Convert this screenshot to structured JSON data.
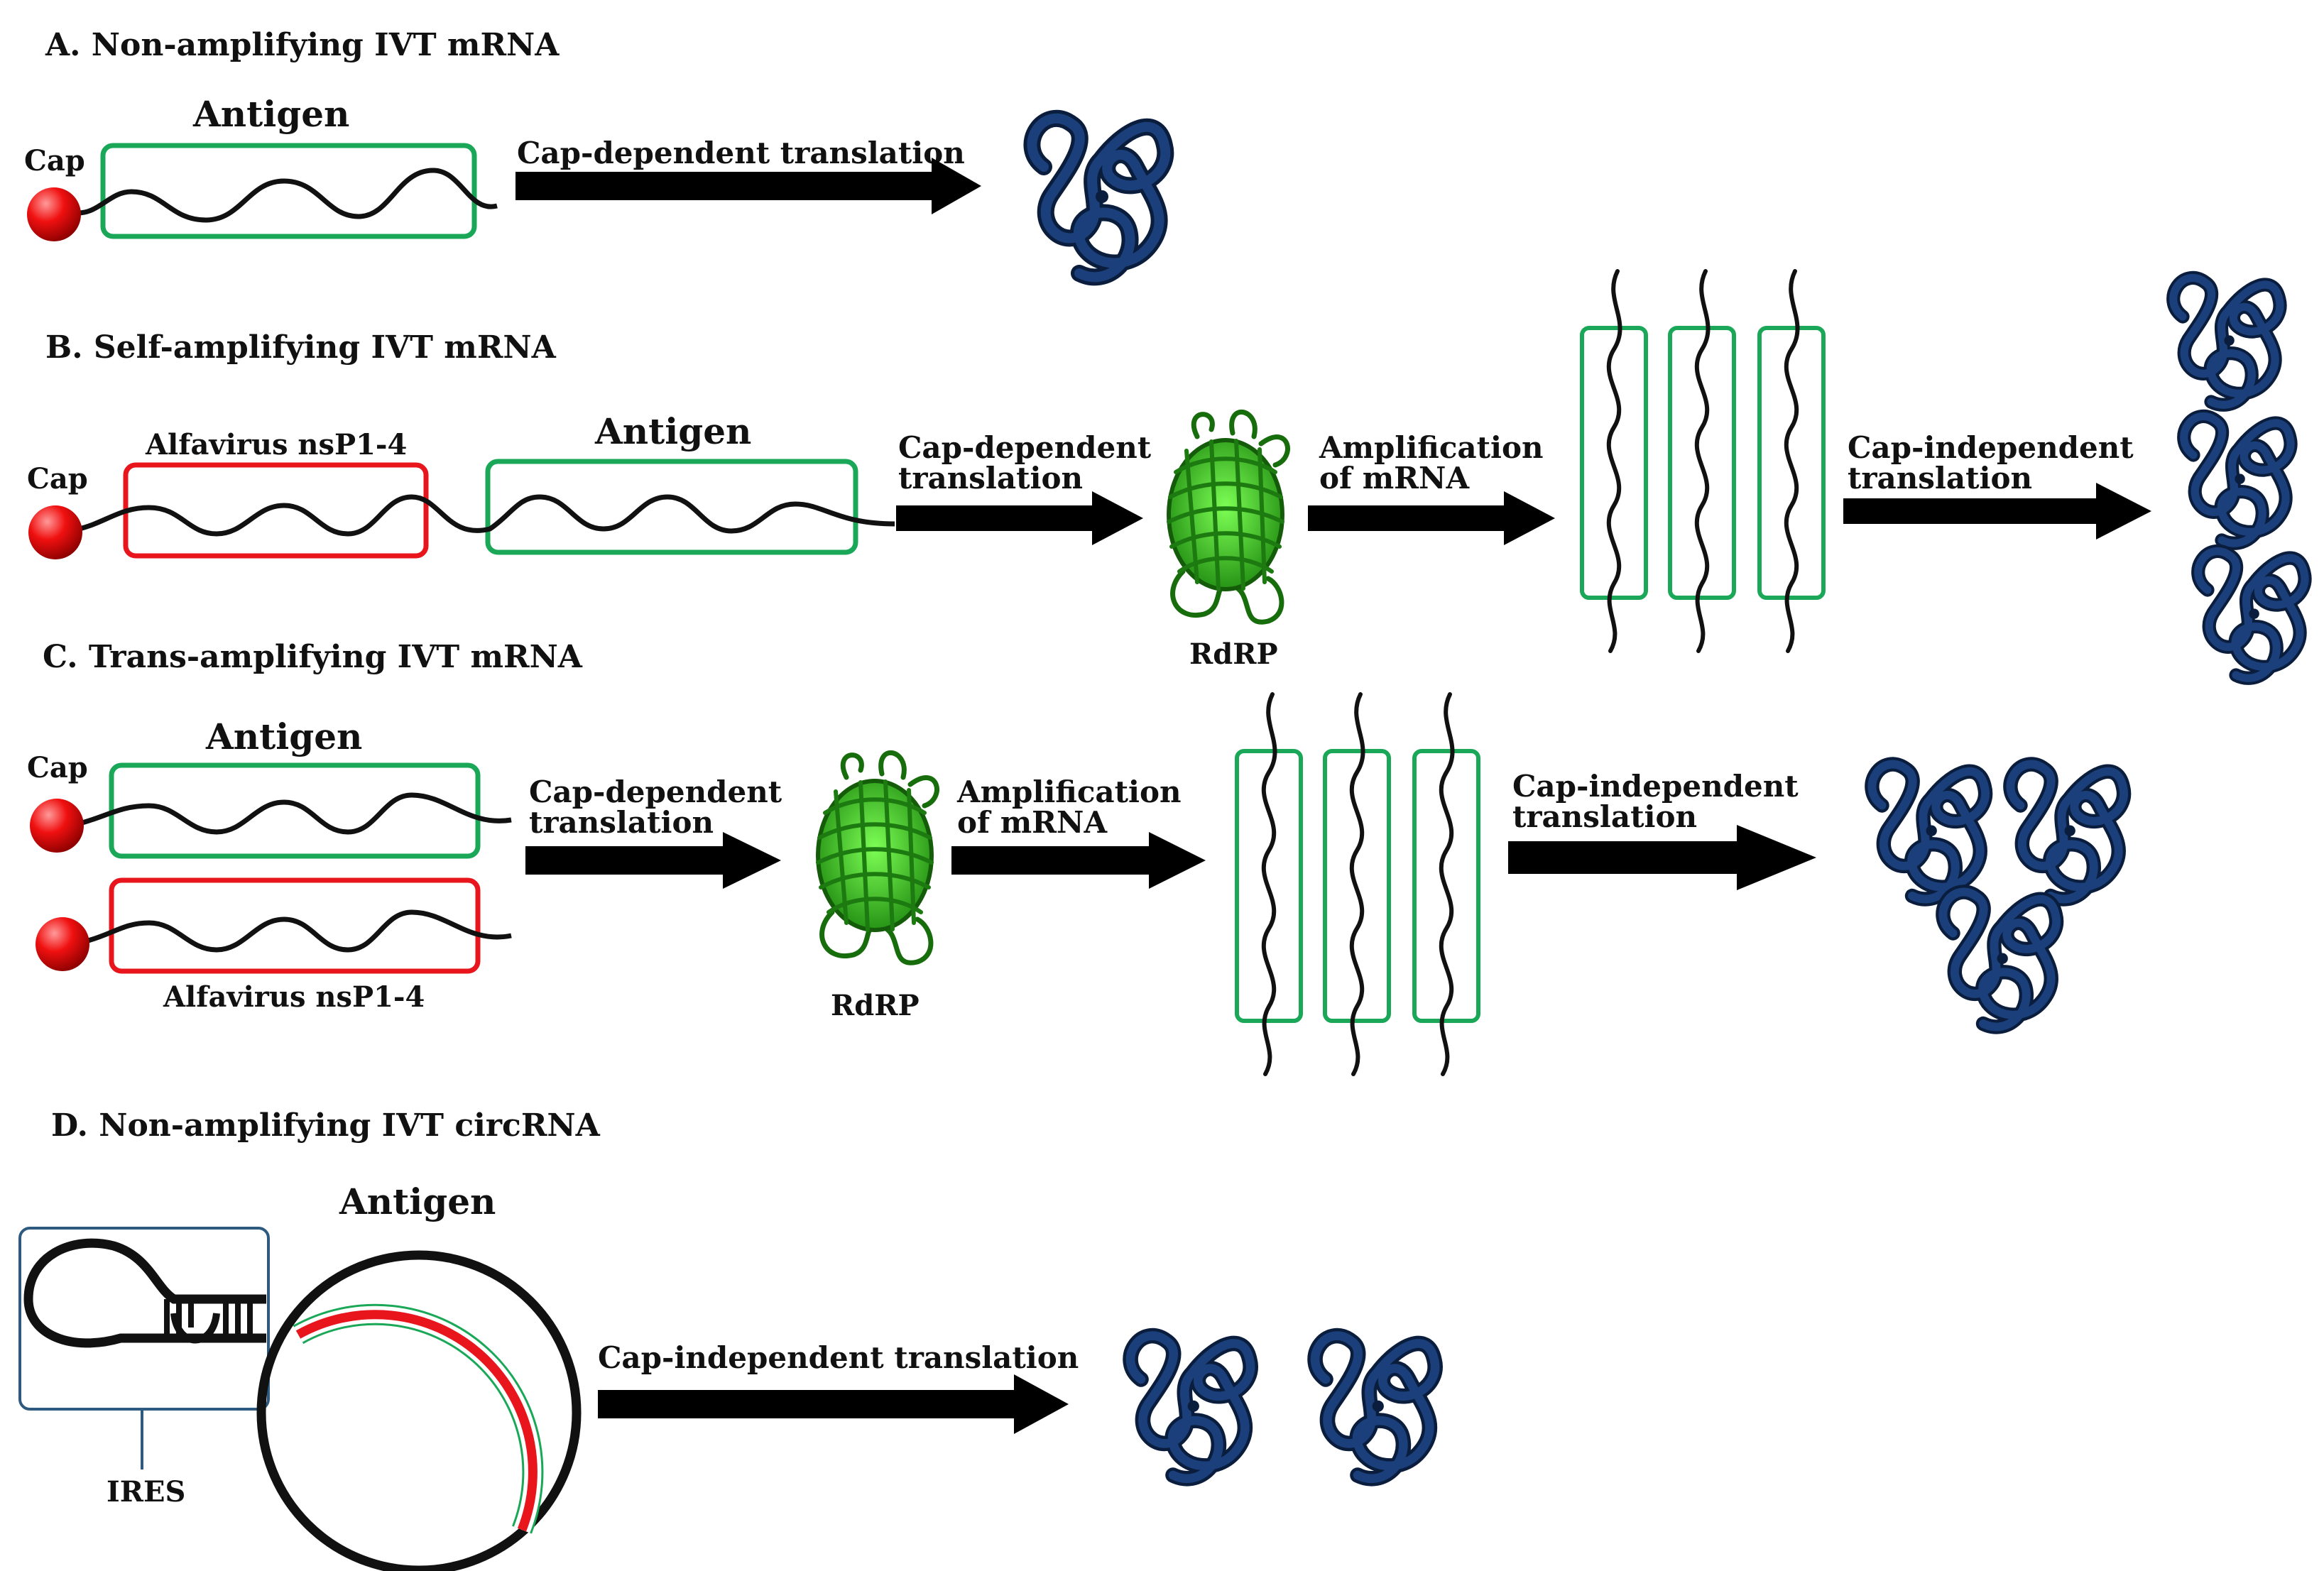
{
  "sections": {
    "a": {
      "title": "A. Non-amplifying IVT mRNA",
      "cap": "Cap",
      "antigen": "Antigen",
      "step1": "Cap-dependent translation"
    },
    "b": {
      "title": "B. Self-amplifying IVT mRNA",
      "cap": "Cap",
      "replicase": "Alfavirus nsP1-4",
      "antigen": "Antigen",
      "step1": [
        "Cap-dependent",
        "translation"
      ],
      "enzyme": "RdRP",
      "step2": [
        "Amplification",
        "of mRNA"
      ],
      "step3": [
        "Cap-independent",
        "translation"
      ]
    },
    "c": {
      "title": "C. Trans-amplifying IVT mRNA",
      "cap": "Cap",
      "antigen": "Antigen",
      "replicase": "Alfavirus nsP1-4",
      "step1": [
        "Cap-dependent",
        "translation"
      ],
      "enzyme": "RdRP",
      "step2": [
        "Amplification",
        "of mRNA"
      ],
      "step3": [
        "Cap-independent",
        "translation"
      ]
    },
    "d": {
      "title": "D. Non-amplifying IVT circRNA",
      "antigen": "Antigen",
      "ires": "IRES",
      "step1": "Cap-independent translation"
    }
  },
  "colors": {
    "antigen": "#1aa858",
    "replicase": "#e8161c",
    "cap": "#e00000",
    "protein": "#1a3f7a",
    "rdrp": "#33cc22",
    "ires_box": "#2f5a80"
  },
  "icons": [
    "cap-sphere-icon",
    "protein-coil-icon",
    "rdrp-enzyme-icon",
    "right-arrow-icon",
    "ires-hairpin-icon"
  ]
}
